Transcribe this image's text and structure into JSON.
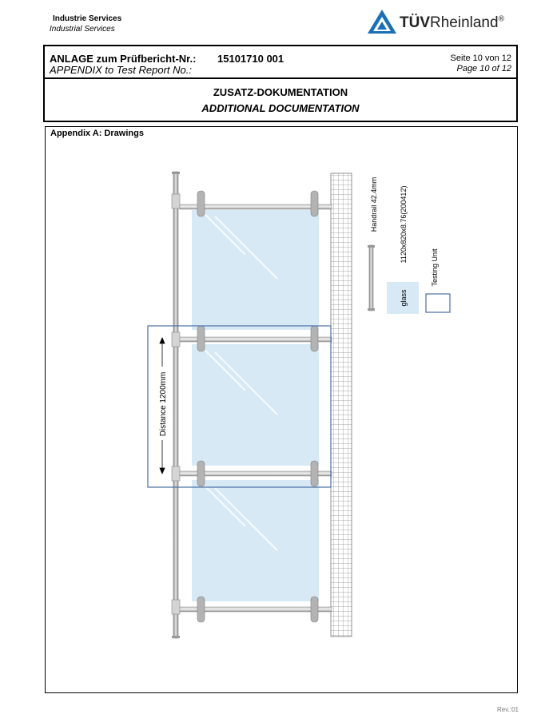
{
  "header": {
    "company_name": "Industrie Services",
    "company_sub": "Industrial Services",
    "logo_text_bold": "TÜV",
    "logo_text": "Rheinland",
    "logo_reg": "®",
    "brand_color": "#1a6fb5"
  },
  "report": {
    "label_de": "ANLAGE zum Prüfbericht-Nr.:",
    "number": "15101710 001",
    "label_en": "APPENDIX to Test Report No.:",
    "page_de": "Seite 10 von 12",
    "page_en": "Page 10 of 12"
  },
  "title": {
    "de": "ZUSATZ-DOKUMENTATION",
    "en": "ADDITIONAL DOCUMENTATION"
  },
  "appendix": {
    "title": "Appendix A: Drawings",
    "distance_label": "Distance 1200mm",
    "legend": {
      "handrail": "Handrail 42.4mm",
      "glass_dims": "1120x820x8.76(200412)",
      "glass": "glass",
      "testing_unit": "Testing Unit"
    },
    "colors": {
      "glass": "#d6e9f5",
      "testing_frame": "#4a6fa5",
      "rail": "#a9a9a9"
    }
  },
  "footer": {
    "rev": "Rev.:01"
  }
}
